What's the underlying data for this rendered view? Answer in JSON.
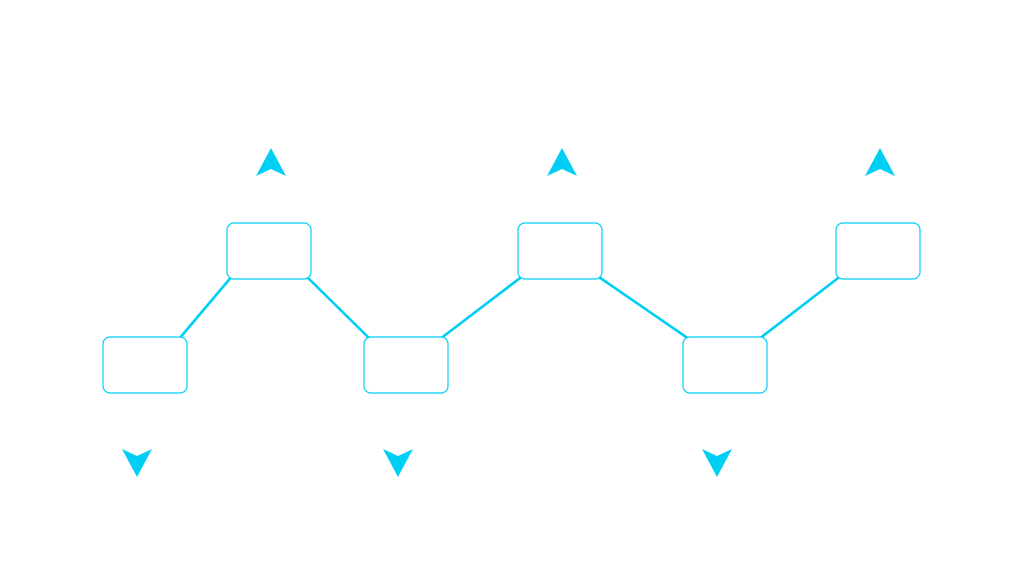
{
  "diagram": {
    "accent_color": "#00CFF5",
    "arrow_icon_up": "arrow-up-icon",
    "arrow_icon_down": "arrow-down-icon",
    "steps": [
      {
        "id": 1,
        "level": "low",
        "arrow": "down"
      },
      {
        "id": 2,
        "level": "high",
        "arrow": "up"
      },
      {
        "id": 3,
        "level": "low",
        "arrow": "down"
      },
      {
        "id": 4,
        "level": "high",
        "arrow": "up"
      },
      {
        "id": 5,
        "level": "low",
        "arrow": "down"
      },
      {
        "id": 6,
        "level": "high",
        "arrow": "up"
      }
    ]
  }
}
